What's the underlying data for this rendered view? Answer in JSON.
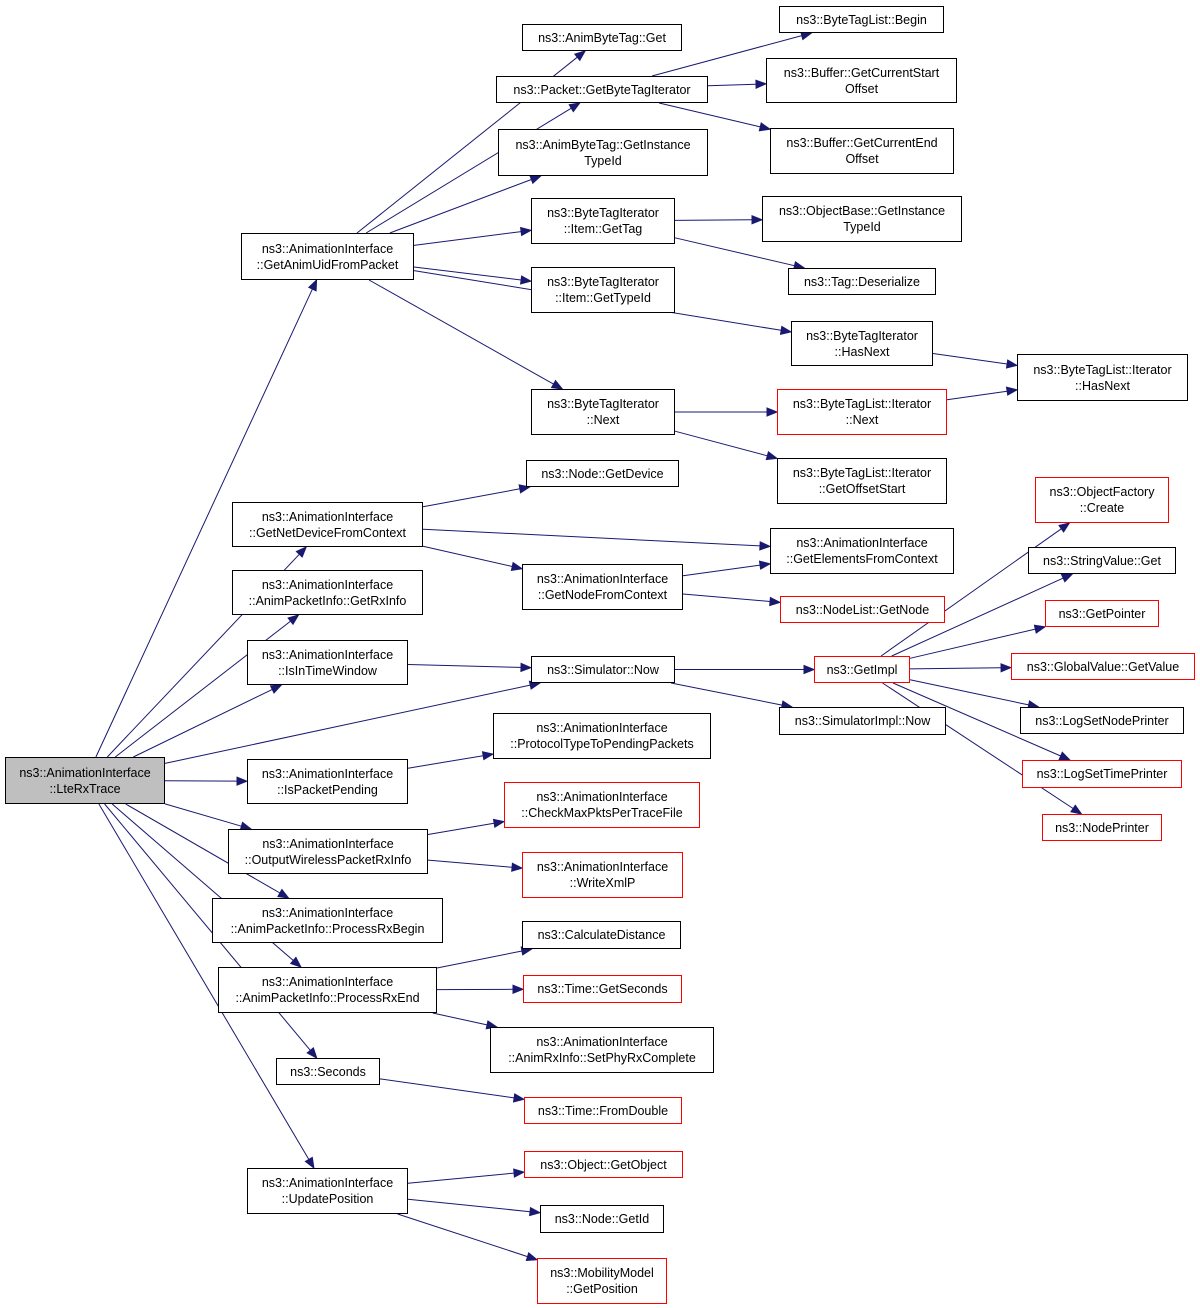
{
  "colors": {
    "edge": "#191970",
    "box": "#000000",
    "link_box": "#ff0000",
    "root_fill": "#bfbfbf"
  },
  "nodes": {
    "root": [
      "ns3::AnimationInterface",
      "::LteRxTrace"
    ],
    "get_anim_uid": [
      "ns3::AnimationInterface",
      "::GetAnimUidFromPacket"
    ],
    "get_net_device": [
      "ns3::AnimationInterface",
      "::GetNetDeviceFromContext"
    ],
    "get_rx_info": [
      "ns3::AnimationInterface",
      "::AnimPacketInfo::GetRxInfo"
    ],
    "is_in_time_window": [
      "ns3::AnimationInterface",
      "::IsInTimeWindow"
    ],
    "is_packet_pending": [
      "ns3::AnimationInterface",
      "::IsPacketPending"
    ],
    "output_wireless": [
      "ns3::AnimationInterface",
      "::OutputWirelessPacketRxInfo"
    ],
    "process_rx_begin": [
      "ns3::AnimationInterface",
      "::AnimPacketInfo::ProcessRxBegin"
    ],
    "process_rx_end": [
      "ns3::AnimationInterface",
      "::AnimPacketInfo::ProcessRxEnd"
    ],
    "seconds": [
      "ns3::Seconds"
    ],
    "update_position": [
      "ns3::AnimationInterface",
      "::UpdatePosition"
    ],
    "anim_byte_tag_get": [
      "ns3::AnimByteTag::Get"
    ],
    "get_byte_tag_iterator": [
      "ns3::Packet::GetByteTagIterator"
    ],
    "anim_byte_tag_instance_typeid": [
      "ns3::AnimByteTag::GetInstance",
      "TypeId"
    ],
    "item_get_tag": [
      "ns3::ByteTagIterator",
      "::Item::GetTag"
    ],
    "item_get_typeid": [
      "ns3::ByteTagIterator",
      "::Item::GetTypeId"
    ],
    "bti_next": [
      "ns3::ByteTagIterator",
      "::Next"
    ],
    "bti_has_next": [
      "ns3::ByteTagIterator",
      "::HasNext"
    ],
    "btl_begin": [
      "ns3::ByteTagList::Begin"
    ],
    "buffer_start": [
      "ns3::Buffer::GetCurrentStart",
      "Offset"
    ],
    "buffer_end": [
      "ns3::Buffer::GetCurrentEnd",
      "Offset"
    ],
    "object_base_instance_typeid": [
      "ns3::ObjectBase::GetInstance",
      "TypeId"
    ],
    "tag_deserialize": [
      "ns3::Tag::Deserialize"
    ],
    "btl_iter_has_next": [
      "ns3::ByteTagList::Iterator",
      "::HasNext"
    ],
    "btl_iter_next": [
      "ns3::ByteTagList::Iterator",
      "::Next"
    ],
    "btl_iter_offset_start": [
      "ns3::ByteTagList::Iterator",
      "::GetOffsetStart"
    ],
    "node_get_device": [
      "ns3::Node::GetDevice"
    ],
    "get_elements_from_context": [
      "ns3::AnimationInterface",
      "::GetElementsFromContext"
    ],
    "get_node_from_context": [
      "ns3::AnimationInterface",
      "::GetNodeFromContext"
    ],
    "nodelist_get_node": [
      "ns3::NodeList::GetNode"
    ],
    "simulator_now": [
      "ns3::Simulator::Now"
    ],
    "get_impl": [
      "ns3::GetImpl"
    ],
    "simulator_impl_now": [
      "ns3::SimulatorImpl::Now"
    ],
    "object_factory_create": [
      "ns3::ObjectFactory",
      "::Create"
    ],
    "string_value_get": [
      "ns3::StringValue::Get"
    ],
    "get_pointer": [
      "ns3::GetPointer"
    ],
    "global_value_get_value": [
      "ns3::GlobalValue::GetValue"
    ],
    "log_set_node_printer": [
      "ns3::LogSetNodePrinter"
    ],
    "log_set_time_printer": [
      "ns3::LogSetTimePrinter"
    ],
    "node_printer": [
      "ns3::NodePrinter"
    ],
    "protocol_type": [
      "ns3::AnimationInterface",
      "::ProtocolTypeToPendingPackets"
    ],
    "check_max_pkts": [
      "ns3::AnimationInterface",
      "::CheckMaxPktsPerTraceFile"
    ],
    "write_xml_p": [
      "ns3::AnimationInterface",
      "::WriteXmlP"
    ],
    "calculate_distance": [
      "ns3::CalculateDistance"
    ],
    "time_get_seconds": [
      "ns3::Time::GetSeconds"
    ],
    "set_phy_rx_complete": [
      "ns3::AnimationInterface",
      "::AnimRxInfo::SetPhyRxComplete"
    ],
    "time_from_double": [
      "ns3::Time::FromDouble"
    ],
    "object_get_object": [
      "ns3::Object::GetObject"
    ],
    "node_get_id": [
      "ns3::Node::GetId"
    ],
    "mobility_get_position": [
      "ns3::MobilityModel",
      "::GetPosition"
    ]
  },
  "edges": [
    [
      "root",
      "get_anim_uid"
    ],
    [
      "root",
      "get_net_device"
    ],
    [
      "root",
      "get_rx_info"
    ],
    [
      "root",
      "is_in_time_window"
    ],
    [
      "root",
      "simulator_now"
    ],
    [
      "root",
      "is_packet_pending"
    ],
    [
      "root",
      "output_wireless"
    ],
    [
      "root",
      "process_rx_begin"
    ],
    [
      "root",
      "process_rx_end"
    ],
    [
      "root",
      "seconds"
    ],
    [
      "root",
      "update_position"
    ],
    [
      "get_anim_uid",
      "anim_byte_tag_get"
    ],
    [
      "get_anim_uid",
      "get_byte_tag_iterator"
    ],
    [
      "get_anim_uid",
      "anim_byte_tag_instance_typeid"
    ],
    [
      "get_anim_uid",
      "item_get_tag"
    ],
    [
      "get_anim_uid",
      "item_get_typeid"
    ],
    [
      "get_anim_uid",
      "bti_has_next"
    ],
    [
      "get_anim_uid",
      "bti_next"
    ],
    [
      "get_byte_tag_iterator",
      "btl_begin"
    ],
    [
      "get_byte_tag_iterator",
      "buffer_start"
    ],
    [
      "get_byte_tag_iterator",
      "buffer_end"
    ],
    [
      "item_get_tag",
      "object_base_instance_typeid"
    ],
    [
      "item_get_tag",
      "tag_deserialize"
    ],
    [
      "bti_has_next",
      "btl_iter_has_next"
    ],
    [
      "bti_next",
      "btl_iter_next"
    ],
    [
      "bti_next",
      "btl_iter_offset_start"
    ],
    [
      "btl_iter_next",
      "btl_iter_has_next"
    ],
    [
      "get_net_device",
      "node_get_device"
    ],
    [
      "get_net_device",
      "get_elements_from_context"
    ],
    [
      "get_net_device",
      "get_node_from_context"
    ],
    [
      "get_node_from_context",
      "get_elements_from_context"
    ],
    [
      "get_node_from_context",
      "nodelist_get_node"
    ],
    [
      "is_in_time_window",
      "simulator_now"
    ],
    [
      "simulator_now",
      "get_impl"
    ],
    [
      "simulator_now",
      "simulator_impl_now"
    ],
    [
      "get_impl",
      "object_factory_create"
    ],
    [
      "get_impl",
      "string_value_get"
    ],
    [
      "get_impl",
      "get_pointer"
    ],
    [
      "get_impl",
      "global_value_get_value"
    ],
    [
      "get_impl",
      "log_set_node_printer"
    ],
    [
      "get_impl",
      "log_set_time_printer"
    ],
    [
      "get_impl",
      "node_printer"
    ],
    [
      "is_packet_pending",
      "protocol_type"
    ],
    [
      "output_wireless",
      "check_max_pkts"
    ],
    [
      "output_wireless",
      "write_xml_p"
    ],
    [
      "process_rx_end",
      "calculate_distance"
    ],
    [
      "process_rx_end",
      "time_get_seconds"
    ],
    [
      "process_rx_end",
      "set_phy_rx_complete"
    ],
    [
      "seconds",
      "time_from_double"
    ],
    [
      "update_position",
      "object_get_object"
    ],
    [
      "update_position",
      "node_get_id"
    ],
    [
      "update_position",
      "mobility_get_position"
    ]
  ]
}
